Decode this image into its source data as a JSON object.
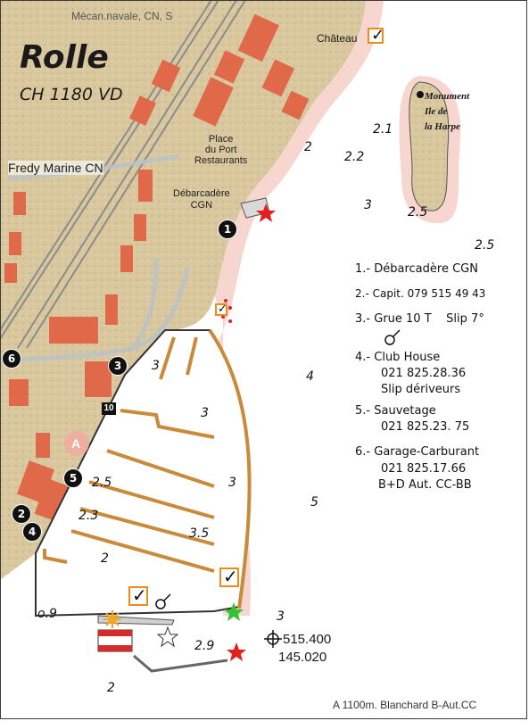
{
  "title": "Rolle",
  "postal": "CH 1180 VD",
  "top_label": "Mécan.navale, CN, S",
  "chateau_label": "Château",
  "monument_label": "Monument\nIle de\nla Harpe",
  "fredy_label": "Fredy Marine CN",
  "place_label": "Place\ndu Port\nRestaurants",
  "debarcadere_label": "Débarcadère\nCGN",
  "depths": {
    "d1": "2.1",
    "d2": "2.2",
    "d3": "2",
    "d4": "3",
    "d5": "2.5",
    "d6": "2.5",
    "d7": "4",
    "d8": "5",
    "d9": "3",
    "d10": "2.9",
    "d11": "2",
    "d12": "o.9",
    "h1": "3",
    "h2": "3",
    "h3": "3",
    "h4": "2.5",
    "h5": "2.3",
    "h6": "3.5",
    "h7": "2"
  },
  "legend": [
    {
      "num": "1.-",
      "text": "Débarcadère  CGN"
    },
    {
      "num": "2.-",
      "text": "Capit. 079 515 49 43"
    },
    {
      "num": "3.-",
      "text": "Grue 10 T    Slip 7°"
    },
    {
      "num": "4.-",
      "text": "Club House"
    },
    {
      "num": "",
      "text": "021 825.28.36"
    },
    {
      "num": "",
      "text": "Slip dériveurs"
    },
    {
      "num": "5.-",
      "text": "Sauvetage"
    },
    {
      "num": "",
      "text": "021 825.23. 75"
    },
    {
      "num": "6.-",
      "text": "Garage-Carburant"
    },
    {
      "num": "",
      "text": "021 825.17.66"
    },
    {
      "num": "",
      "text": "B+D  Aut. CC-BB"
    }
  ],
  "coords_line1": "515.400",
  "coords_line2": "145.020",
  "footer": "A 1100m. Blanchard B-Aut.CC",
  "badges": [
    "1",
    "2",
    "3",
    "4",
    "5",
    "6"
  ],
  "sign_10": "10",
  "marker_a": "A",
  "colors": {
    "land": "#d9c59a",
    "building": "#e06a4a",
    "water": "#ffffff",
    "shore": "#f6d3cd",
    "jetty": "#c98a3a"
  }
}
